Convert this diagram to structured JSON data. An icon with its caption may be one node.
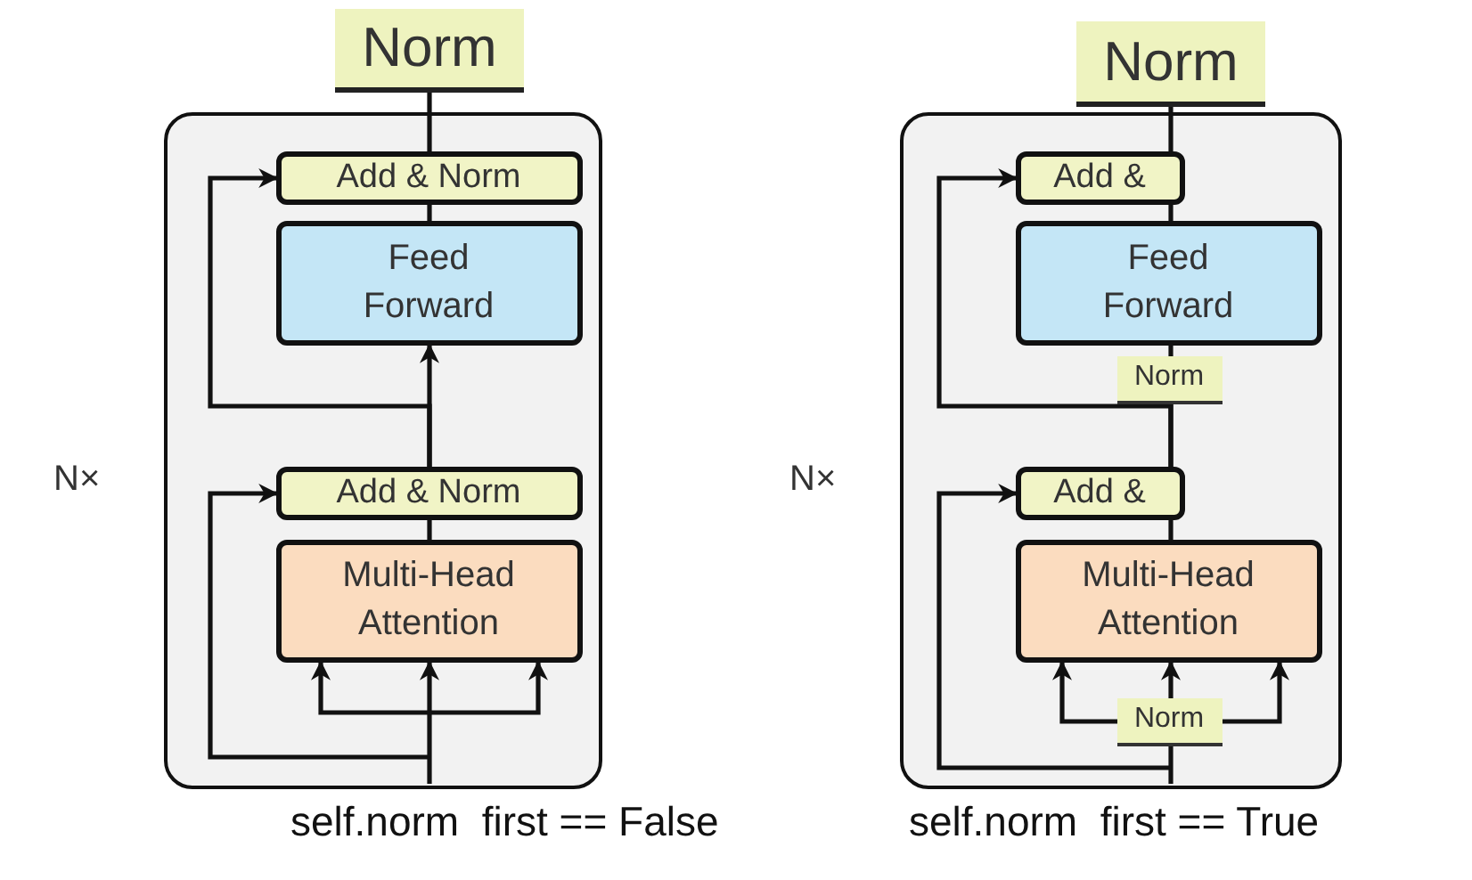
{
  "diagram": {
    "nodes": [
      {
        "text": [
          "Norm"
        ]
      },
      {
        "text": [],
        "shape": "box",
        "beside": [
          "N×"
        ]
      },
      {
        "text": [
          "Add & Norm"
        ],
        "in": 1
      },
      {
        "text": [
          "Feed Forward"
        ],
        "in": 1
      },
      {
        "text": [
          "Add & Norm"
        ],
        "in": 1
      },
      {
        "text": [
          "Multi-Head Attention"
        ],
        "in": 1
      },
      {
        "text": [
          "Norm"
        ]
      },
      {
        "text": [],
        "shape": "box",
        "beside": [
          "N×"
        ]
      },
      {
        "text": [
          "Add &"
        ],
        "in": 7
      },
      {
        "text": [
          "Feed Forward"
        ],
        "in": 7
      },
      {
        "text": [
          "Norm"
        ],
        "in": 7
      },
      {
        "text": [
          "Add &"
        ],
        "in": 7
      },
      {
        "text": [
          "Multi-Head Attention"
        ],
        "in": 7
      },
      {
        "text": [
          "Norm"
        ],
        "in": 7
      }
    ],
    "edges": [
      {
        "from": 5,
        "to": 4,
        "arrow": "none"
      },
      {
        "from": 4,
        "to": 3,
        "arrow": "to"
      },
      {
        "from": 3,
        "to": 2,
        "arrow": "none"
      },
      {
        "from": 2,
        "to": 0,
        "arrow": "none"
      },
      {
        "from": null,
        "to": 5,
        "arrow": "to"
      },
      {
        "from": null,
        "to": 5,
        "arrow": "to"
      },
      {
        "from": null,
        "to": 5,
        "arrow": "to"
      },
      {
        "from": null,
        "to": 4,
        "arrow": "to"
      },
      {
        "from": 4,
        "to": 2,
        "arrow": "to"
      },
      {
        "from": 13,
        "to": 12,
        "arrow": "to"
      },
      {
        "from": 13,
        "to": 12,
        "arrow": "to"
      },
      {
        "from": 13,
        "to": 12,
        "arrow": "to"
      },
      {
        "from": 12,
        "to": 11,
        "arrow": "none"
      },
      {
        "from": 11,
        "to": 10,
        "arrow": "none"
      },
      {
        "from": 10,
        "to": 9,
        "arrow": "none"
      },
      {
        "from": 9,
        "to": 8,
        "arrow": "none"
      },
      {
        "from": 8,
        "to": 6,
        "arrow": "none"
      },
      {
        "from": null,
        "to": 13,
        "arrow": "none"
      },
      {
        "from": null,
        "to": 11,
        "arrow": "to"
      },
      {
        "from": 11,
        "to": 8,
        "arrow": "to"
      }
    ],
    "labels": [
      "self.norm  first == False",
      "self.norm  first == True"
    ]
  }
}
